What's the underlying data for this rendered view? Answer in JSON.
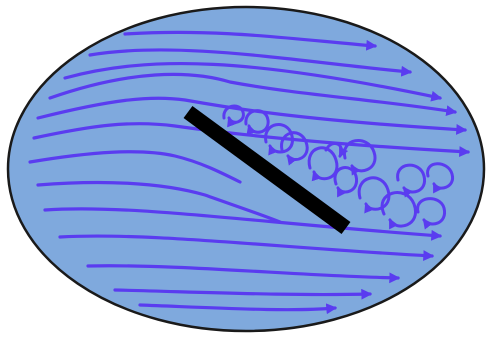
{
  "diagram": {
    "colors": {
      "background": "#ffffff",
      "field_fill": "#7fa9dd",
      "field_outline": "#1a1a1a",
      "streamline": "#5a3cf0",
      "plate": "#000000"
    },
    "elements": {
      "field": "flow-field-ellipse",
      "plate": "inclined-flat-plate",
      "streamlines": "flow-streamlines-with-arrows",
      "wake": "turbulent-wake-eddies"
    }
  }
}
